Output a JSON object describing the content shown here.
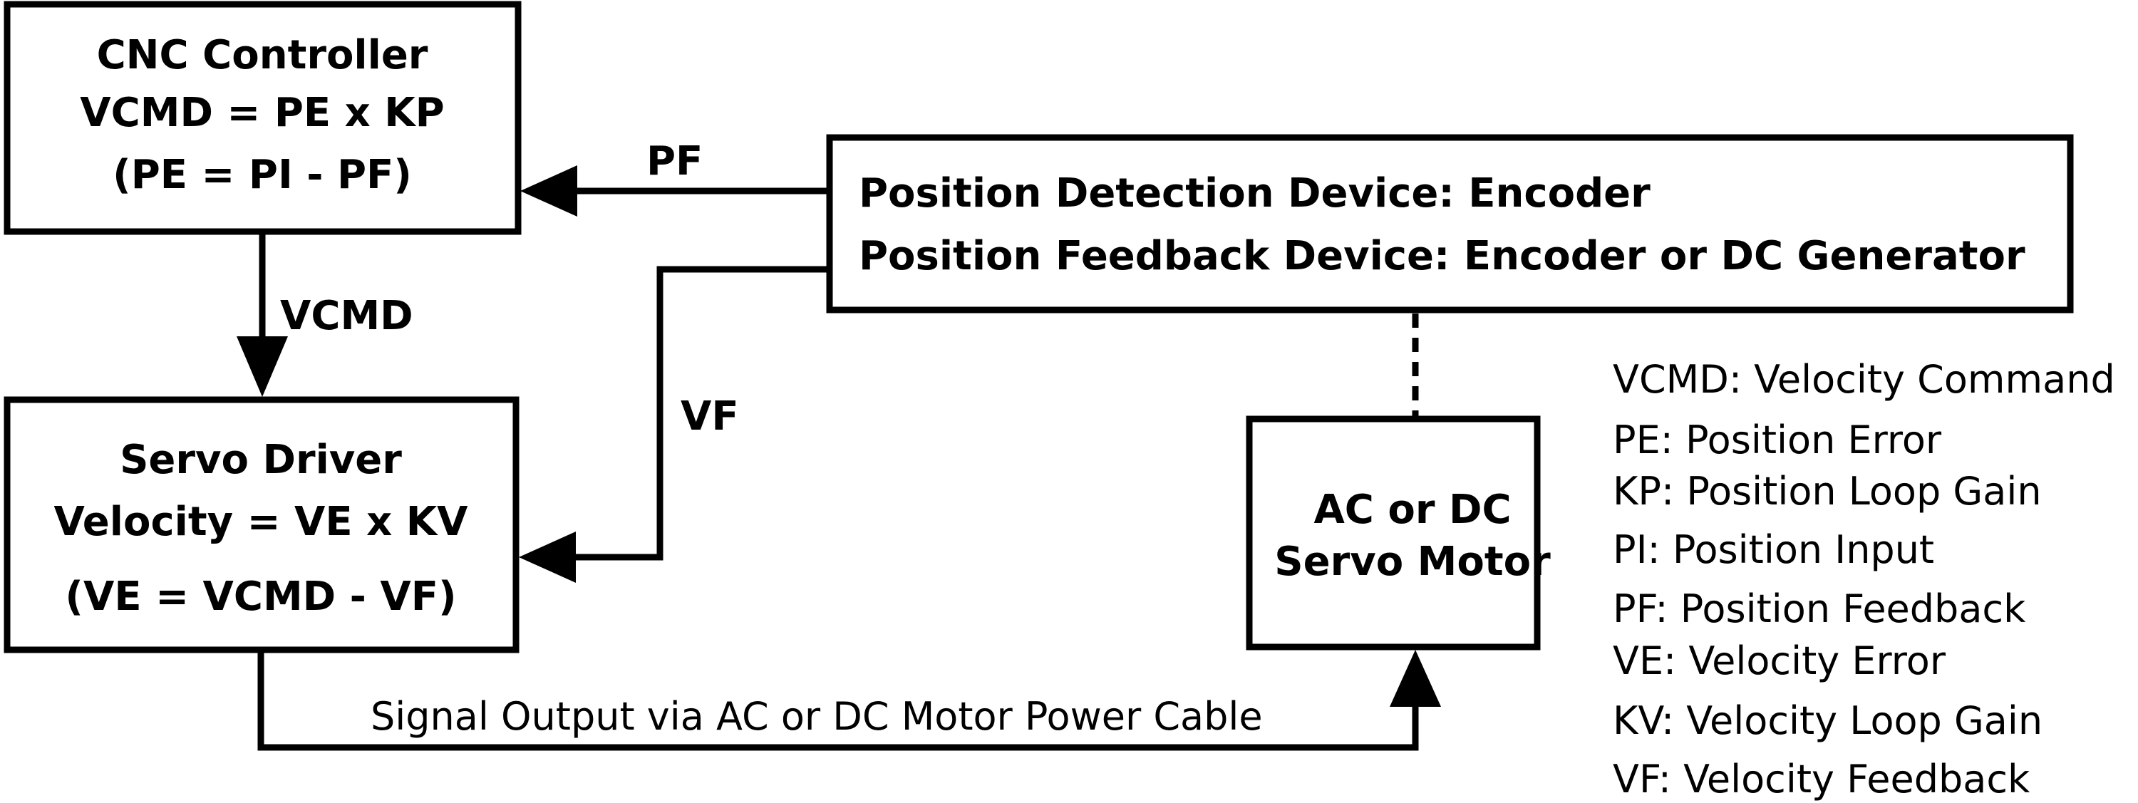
{
  "cnc_controller": {
    "title": "CNC Controller",
    "formula": "VCMD = PE x KP",
    "sub_formula": "(PE = PI - PF)"
  },
  "servo_driver": {
    "title": "Servo Driver",
    "formula": "Velocity = VE x KV",
    "sub_formula": "(VE = VCMD - VF)"
  },
  "position_device": {
    "line1": "Position Detection Device: Encoder",
    "line2": "Position Feedback Device: Encoder or DC Generator"
  },
  "servo_motor": {
    "line1": "AC or DC",
    "line2": "Servo Motor"
  },
  "signals": {
    "pf": "PF",
    "vcmd": "VCMD",
    "vf": "VF",
    "power_cable": "Signal Output via AC or DC Motor Power Cable"
  },
  "legend": [
    "VCMD: Velocity Command",
    "PE: Position Error",
    "KP: Position Loop Gain",
    "PI: Position Input",
    "PF: Position Feedback",
    "VE: Velocity Error",
    "KV: Velocity Loop Gain",
    "VF: Velocity Feedback"
  ]
}
